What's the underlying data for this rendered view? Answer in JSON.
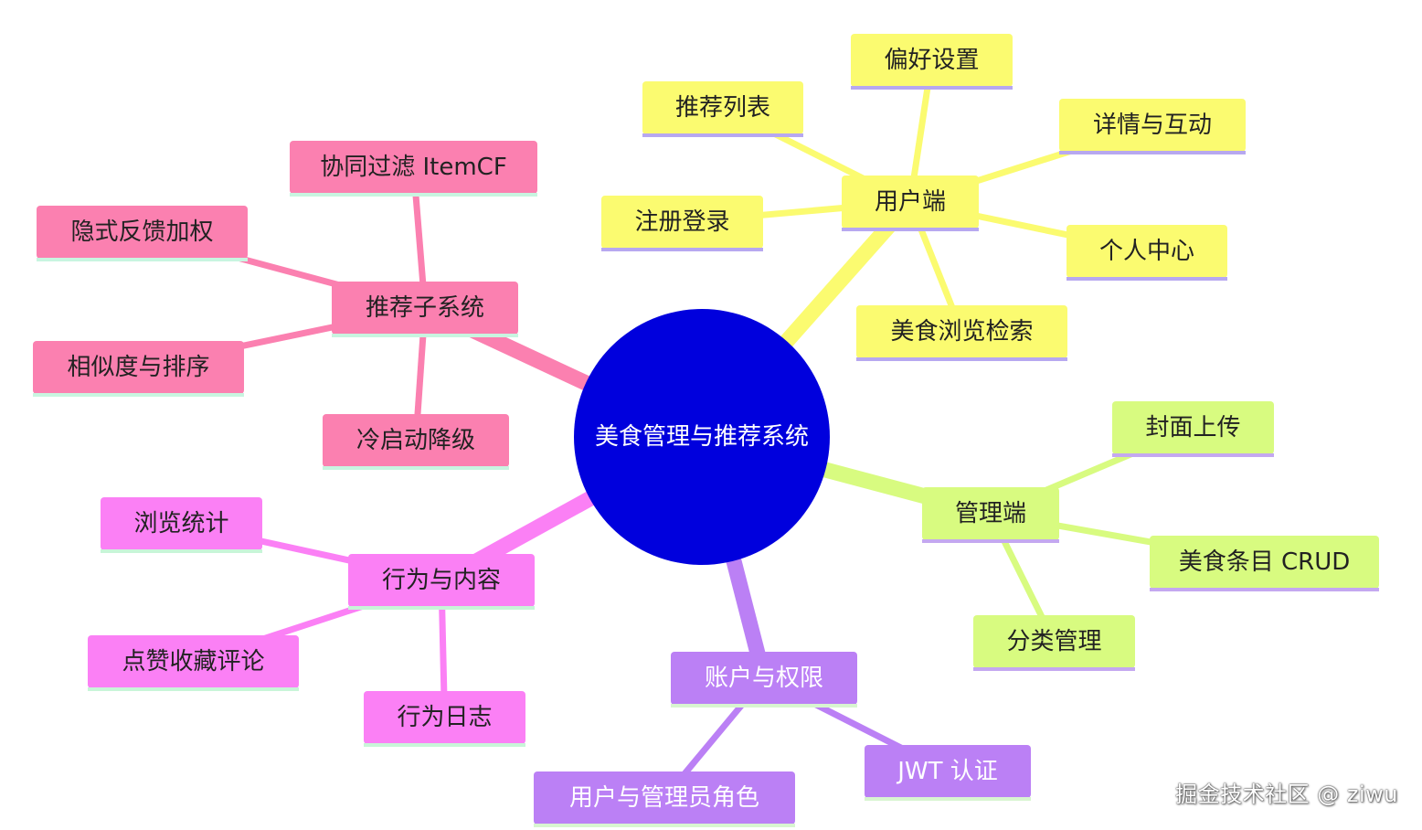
{
  "root": {
    "label": "美食管理与推荐系统",
    "color": "#0000dd"
  },
  "branches": [
    {
      "id": "user",
      "label": "用户端",
      "color": "#fbfb70",
      "edge_color": "#fbfb70",
      "underline": "#b7a8f0",
      "children": [
        {
          "id": "recommend-list",
          "label": "推荐列表"
        },
        {
          "id": "preference",
          "label": "偏好设置"
        },
        {
          "id": "detail-interact",
          "label": "详情与互动"
        },
        {
          "id": "register-login",
          "label": "注册登录"
        },
        {
          "id": "personal-center",
          "label": "个人中心"
        },
        {
          "id": "food-browse-search",
          "label": "美食浏览检索"
        }
      ]
    },
    {
      "id": "admin",
      "label": "管理端",
      "color": "#d8fb80",
      "edge_color": "#d8fb80",
      "underline": "#c4a8f0",
      "children": [
        {
          "id": "cover-upload",
          "label": "封面上传"
        },
        {
          "id": "food-crud",
          "label": "美食条目 CRUD"
        },
        {
          "id": "category-manage",
          "label": "分类管理"
        }
      ]
    },
    {
      "id": "account",
      "label": "账户与权限",
      "color": "#bb80f5",
      "edge_color": "#bb80f5",
      "underline": "#d8f5d0",
      "children": [
        {
          "id": "jwt-auth",
          "label": "JWT 认证"
        },
        {
          "id": "user-admin-role",
          "label": "用户与管理员角色"
        }
      ]
    },
    {
      "id": "behavior",
      "label": "行为与内容",
      "color": "#fb80f5",
      "edge_color": "#fb80f5",
      "underline": "#c8f5d8",
      "children": [
        {
          "id": "browse-stats",
          "label": "浏览统计"
        },
        {
          "id": "like-fav-comment",
          "label": "点赞收藏评论"
        },
        {
          "id": "behavior-log",
          "label": "行为日志"
        }
      ]
    },
    {
      "id": "recsys",
      "label": "推荐子系统",
      "color": "#fb80b0",
      "edge_color": "#fb80b0",
      "underline": "#c8f5e0",
      "children": [
        {
          "id": "itemcf",
          "label": "协同过滤 ItemCF"
        },
        {
          "id": "implicit-weight",
          "label": "隐式反馈加权"
        },
        {
          "id": "similarity-rank",
          "label": "相似度与排序"
        },
        {
          "id": "cold-start",
          "label": "冷启动降级"
        }
      ]
    }
  ],
  "watermark": "掘金技术社区 @ ziwu"
}
